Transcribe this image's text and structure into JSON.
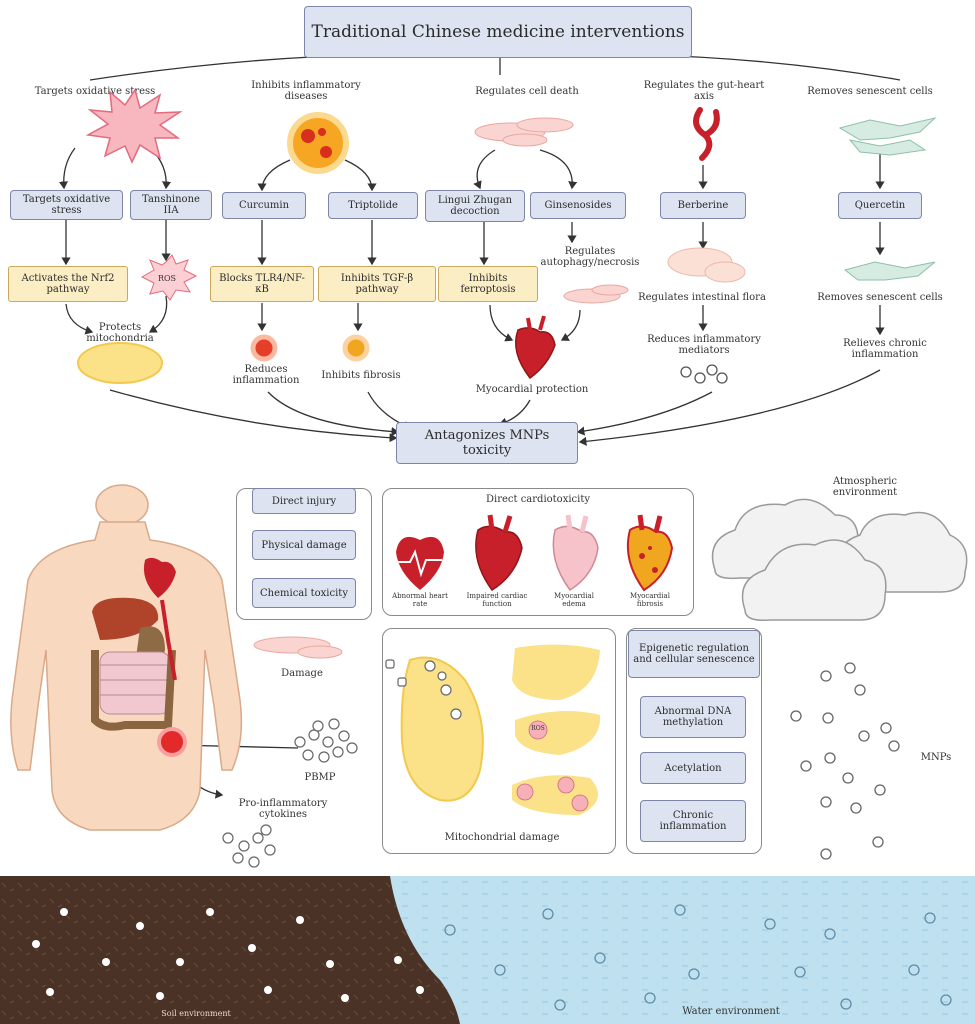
{
  "title": "Traditional Chinese medicine interventions",
  "categories": {
    "oxidative": "Targets oxidative stress",
    "inflammatory": "Inhibits inflammatory diseases",
    "celldeath": "Regulates cell death",
    "gutheart": "Regulates the gut-heart axis",
    "senescent": "Removes senescent cells"
  },
  "agents": {
    "targets_oxidative": "Targets oxidative stress",
    "tanshinone": "Tanshinone IIA",
    "curcumin": "Curcumin",
    "triptolide": "Triptolide",
    "lingui": "Lingui Zhugan decoction",
    "ginsenosides": "Ginsenosides",
    "berberine": "Berberine",
    "quercetin": "Quercetin"
  },
  "mechanisms": {
    "activates_nrf": "Activates the Nrf2 pathway",
    "ros": "ROS",
    "blocks_nfkb": "Blocks TLR4/NF-κB",
    "inhibits_tgf": "Inhibits TGF-β pathway",
    "inhibits_ferroptosis": "Inhibits ferroptosis",
    "regulates_autophagy": "Regulates autophagy/necrosis"
  },
  "outcomes": {
    "protects_mito": "Protects mitochondria",
    "reduces_inflammation": "Reduces inflammation",
    "inhibits_fibrosis": "Inhibits fibrosis",
    "myocardial_protection": "Myocardial protection",
    "regulates_flora": "Regulates intestinal flora",
    "reduces_mediators": "Reduces inflammatory mediators",
    "removes_senescent": "Removes senescent cells",
    "relieves_chronic": "Relieves chronic inflammation"
  },
  "center_box": "Antagonizes MNPs toxicity",
  "injury": {
    "title": "Direct injury",
    "physical": "Physical damage",
    "chemical": "Chemical toxicity"
  },
  "cardio": {
    "title": "Direct cardiotoxicity",
    "items": [
      "Abnormal heart rate",
      "Impaired cardiac function",
      "Myocardial edema",
      "Myocardial fibrosis"
    ]
  },
  "atmosphere": "Atmospheric environment",
  "damage": "Damage",
  "pbmp": "PBMP",
  "cytokines": "Pro-inflammatory cytokines",
  "mito_damage": "Mitochondrial damage",
  "ros_tag": "ROS",
  "epigenetic": {
    "title": "Epigenetic regulation and cellular senescence",
    "items": [
      "Abnormal DNA methylation",
      "Acetylation",
      "Chronic inflammation"
    ]
  },
  "mnps": "MNPs",
  "soil": "Soil environment",
  "water": "Water environment",
  "colors": {
    "box_fill": "#dde3f0",
    "yellow_box": "#fbeec5",
    "heart_red": "#c8202a",
    "skin": "#f8d9c0",
    "soil": "#4a3326",
    "water": "#bfe0ef"
  }
}
